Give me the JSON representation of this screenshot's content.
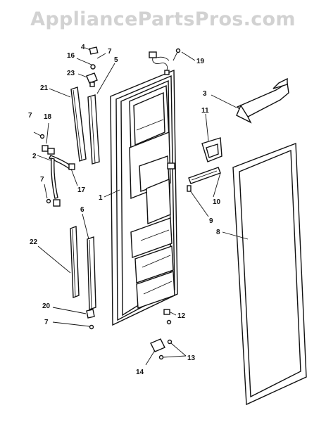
{
  "watermark": "AppliancePartsPros.com",
  "callouts": [
    {
      "id": "c1",
      "text": "1"
    },
    {
      "id": "c2",
      "text": "2"
    },
    {
      "id": "c3",
      "text": "3"
    },
    {
      "id": "c4",
      "text": "4"
    },
    {
      "id": "c5",
      "text": "5"
    },
    {
      "id": "c6",
      "text": "6"
    },
    {
      "id": "c7a",
      "text": "7"
    },
    {
      "id": "c7b",
      "text": "7"
    },
    {
      "id": "c7c",
      "text": "7"
    },
    {
      "id": "c7d",
      "text": "7"
    },
    {
      "id": "c8",
      "text": "8"
    },
    {
      "id": "c9",
      "text": "9"
    },
    {
      "id": "c10",
      "text": "10"
    },
    {
      "id": "c11",
      "text": "11"
    },
    {
      "id": "c12",
      "text": "12"
    },
    {
      "id": "c13",
      "text": "13"
    },
    {
      "id": "c14",
      "text": "14"
    },
    {
      "id": "c16",
      "text": "16"
    },
    {
      "id": "c17",
      "text": "17"
    },
    {
      "id": "c18",
      "text": "18"
    },
    {
      "id": "c19",
      "text": "19"
    },
    {
      "id": "c20",
      "text": "20"
    },
    {
      "id": "c21",
      "text": "21"
    },
    {
      "id": "c22",
      "text": "22"
    },
    {
      "id": "c23",
      "text": "23"
    }
  ]
}
